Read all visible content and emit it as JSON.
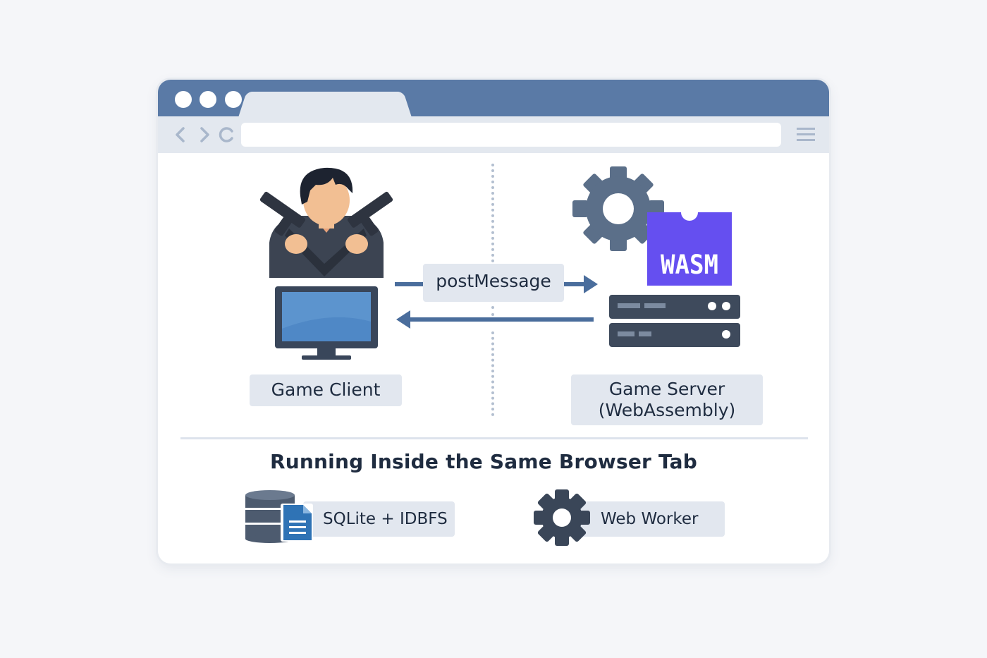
{
  "diagram": {
    "message_label": "postMessage",
    "client_label": "Game Client",
    "server_label_line1": "Game Server",
    "server_label_line2": "(WebAssembly)",
    "wasm_badge": "WASM",
    "footer_title": "Running Inside the Same Browser Tab",
    "storage_label": "SQLite + IDBFS",
    "worker_label": "Web Worker"
  },
  "colors": {
    "titlebar": "#5a7aa6",
    "arrow": "#4a6d9c",
    "wasm": "#654ff0",
    "dark": "#3a4658"
  }
}
